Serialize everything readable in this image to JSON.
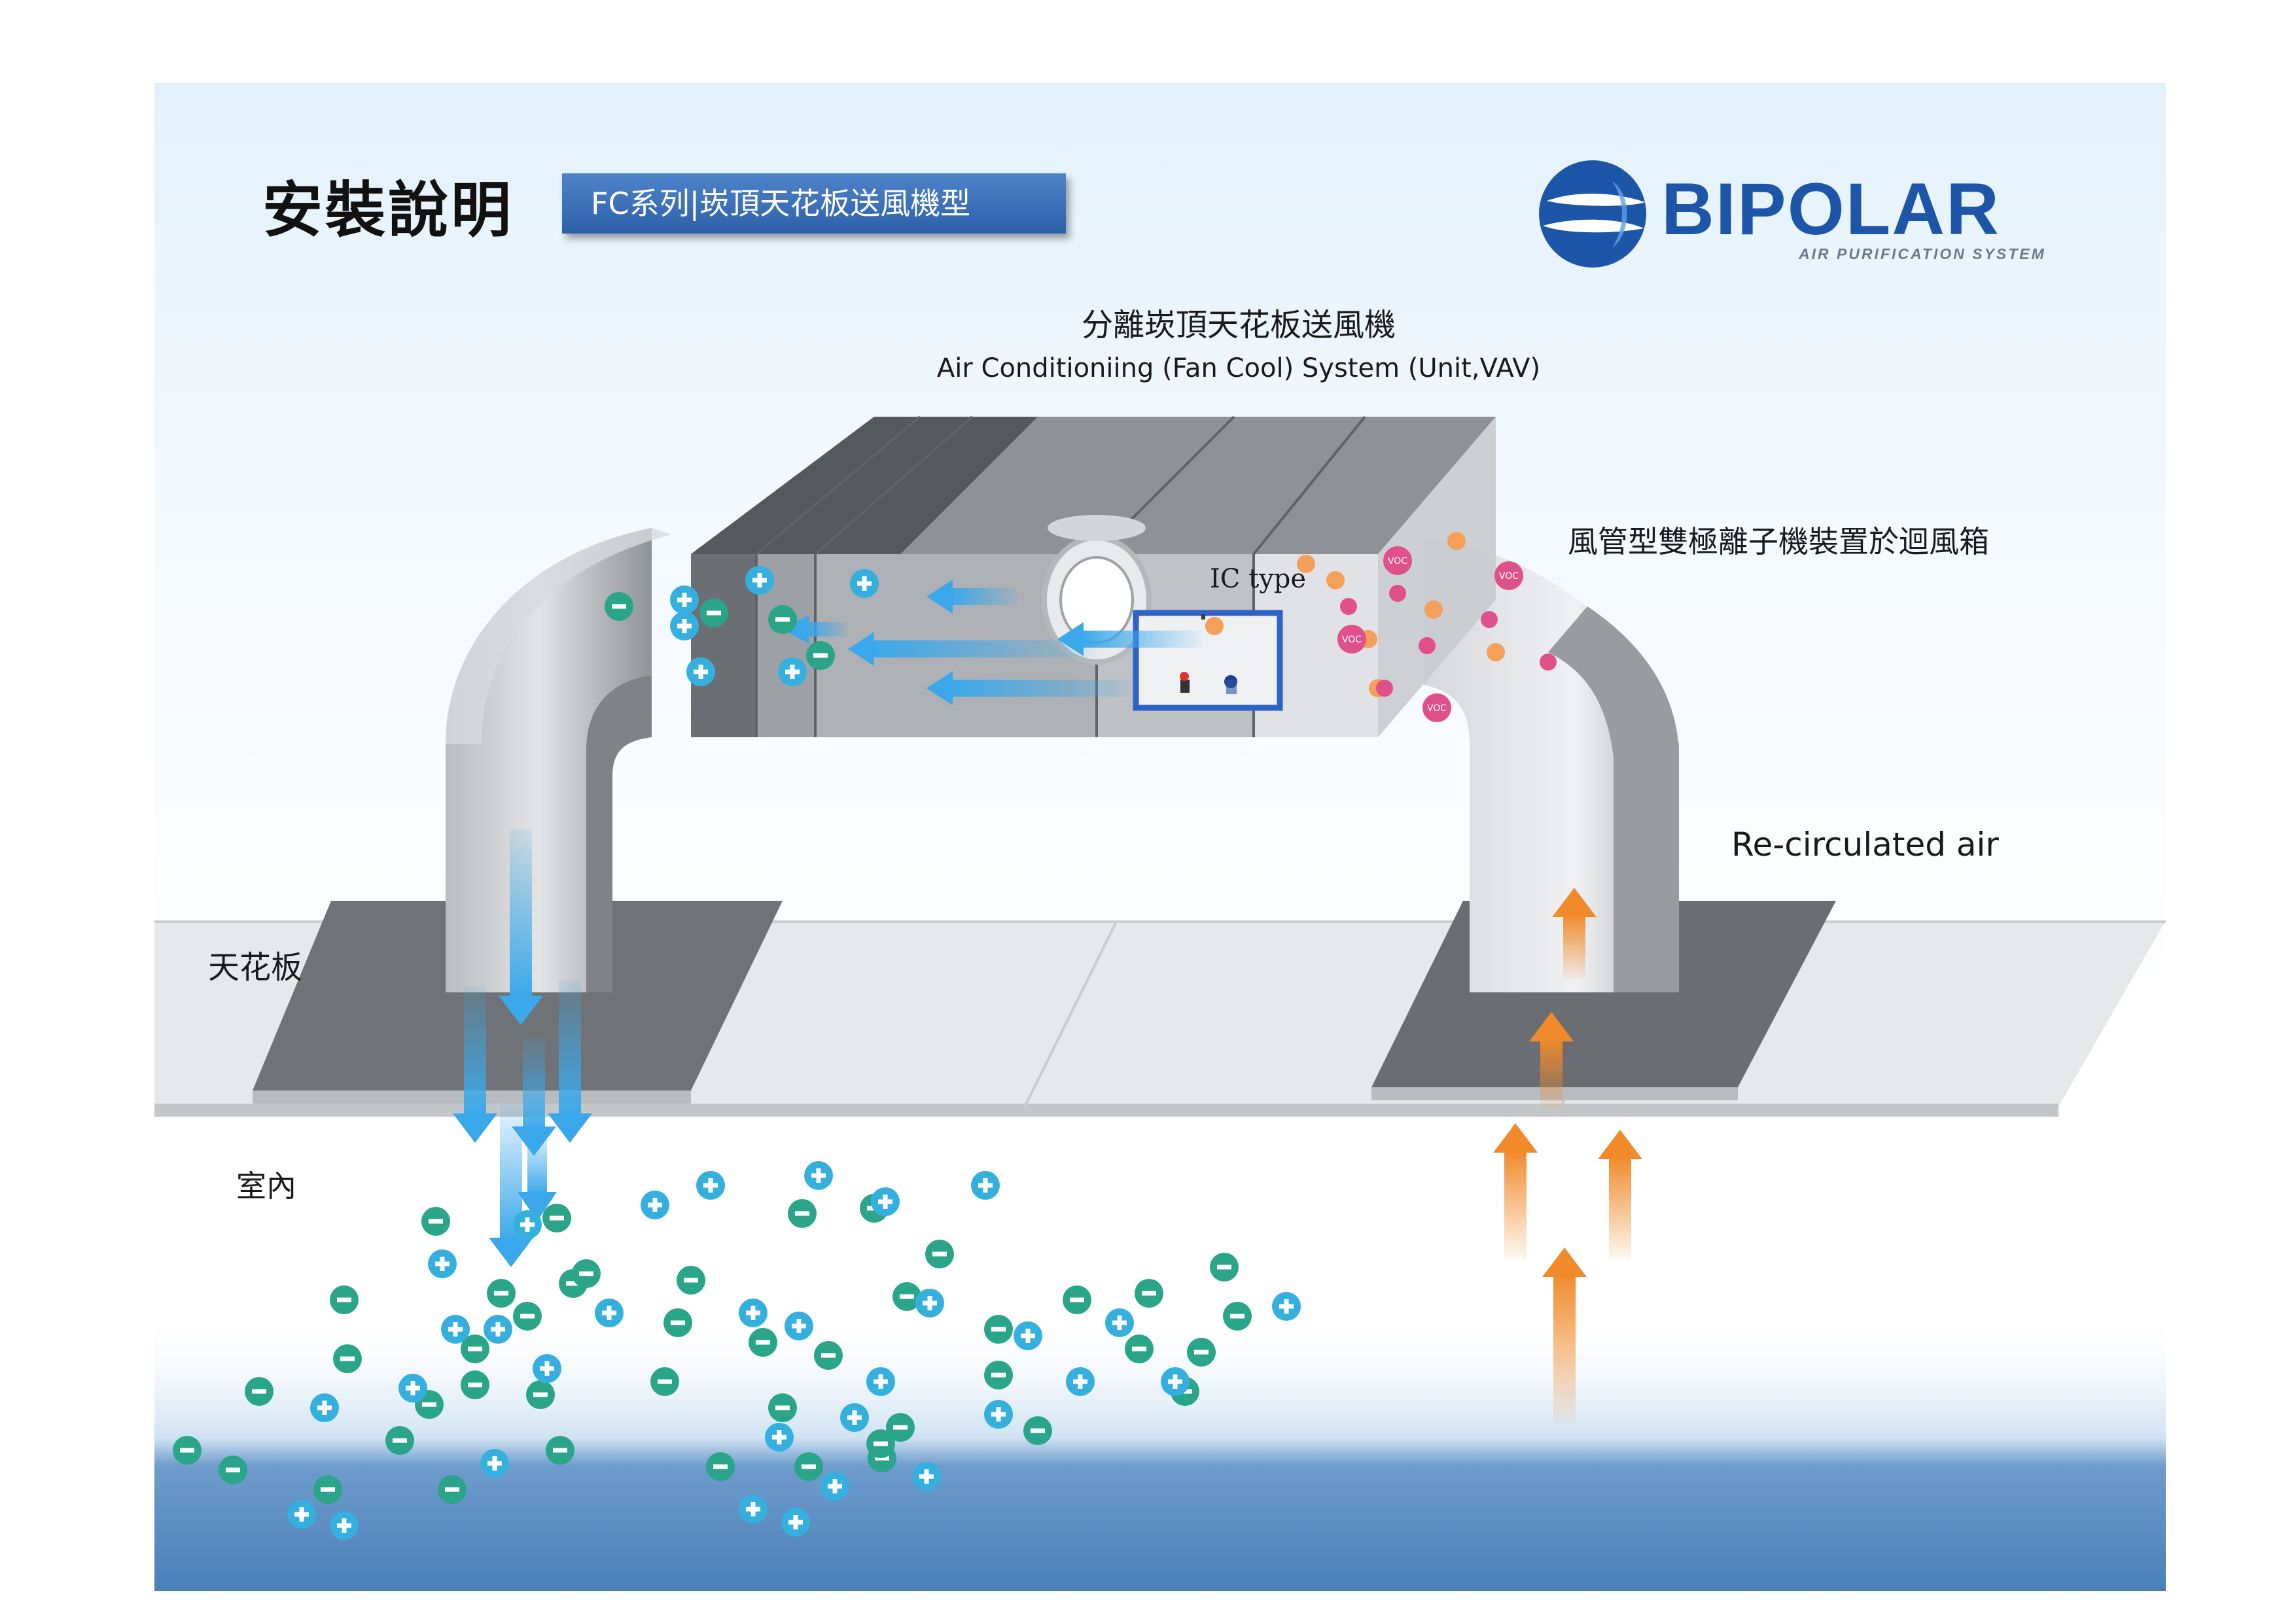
{
  "header": {
    "title": "安裝說明",
    "series_label": "FC系列|崁頂天花板送風機型"
  },
  "logo": {
    "wordmark": "BIPOLAR",
    "tagline": "AIR PURIFICATION SYSTEM",
    "color": "#1d56a8"
  },
  "diagram": {
    "title": "分離崁頂天花板送風機",
    "subtitle": "Air Conditioniing (Fan Cool) System (Unit,VAV)",
    "labels": {
      "ic_type": "IC type",
      "duct_ionizer": "風管型雙極離子機裝置於迴風箱",
      "recirculated": "Re-circulated air",
      "ceiling": "天花板",
      "indoor": "室內"
    },
    "particle_labels": {
      "voc": "VOC"
    },
    "colors": {
      "negative_ion": "#2aa58a",
      "positive_ion": "#35b0de",
      "voc": "#e0508a",
      "dust": "#f4a05a",
      "supply_arrow": "#3aa8ea",
      "return_arrow": "#f08a2a",
      "floor": "#4f86c0"
    }
  }
}
